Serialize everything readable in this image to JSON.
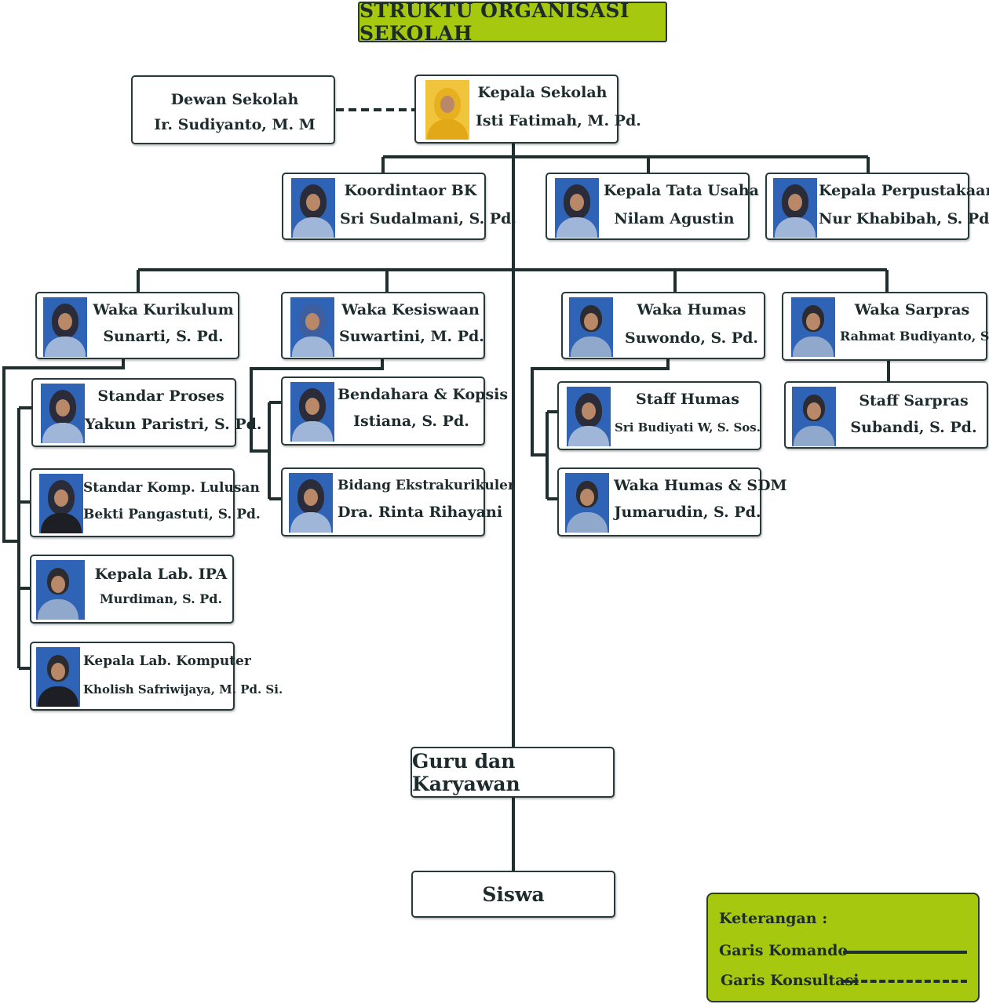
{
  "title": "STRUKTU ORGANISASI SEKOLAH",
  "dewan": {
    "role": "Dewan Sekolah",
    "name": "Ir. Sudiyanto, M. M"
  },
  "kepala": {
    "role": "Kepala Sekolah",
    "name": "Isti Fatimah, M. Pd."
  },
  "bk": {
    "role": "Koordintaor BK",
    "name": "Sri Sudalmani, S. Pd."
  },
  "tu": {
    "role": "Kepala Tata Usaha",
    "name": "Nilam Agustin"
  },
  "perpus": {
    "role": "Kepala Perpustakaan",
    "name": "Nur Khabibah, S. Pd."
  },
  "kurikulum": {
    "role": "Waka Kurikulum",
    "name": "Sunarti, S. Pd."
  },
  "kesiswaan": {
    "role": "Waka Kesiswaan",
    "name": "Suwartini, M. Pd."
  },
  "humas": {
    "role": "Waka Humas",
    "name": "Suwondo, S. Pd."
  },
  "sarpras": {
    "role": "Waka Sarpras",
    "name": "Rahmat Budiyanto, S. Pd."
  },
  "proses": {
    "role": "Standar Proses",
    "name": "Yakun Paristri, S. Pd."
  },
  "lulusan": {
    "role": "Standar Komp. Lulusan",
    "name": "Bekti Pangastuti, S. Pd."
  },
  "ipa": {
    "role": "Kepala Lab. IPA",
    "name": "Murdiman, S. Pd."
  },
  "komputer": {
    "role": "Kepala Lab. Komputer",
    "name": "Kholish Safriwijaya, M. Pd. Si."
  },
  "bendahara": {
    "role": "Bendahara & Kopsis",
    "name": "Istiana, S. Pd."
  },
  "ekstra": {
    "role": "Bidang Ekstrakurikuler",
    "name": "Dra. Rinta Rihayani"
  },
  "staff_humas": {
    "role": "Staff Humas",
    "name": "Sri Budiyati W, S. Sos."
  },
  "humas_sdm": {
    "role": "Waka Humas & SDM",
    "name": "Jumarudin, S. Pd."
  },
  "staff_sarpras": {
    "role": "Staff Sarpras",
    "name": "Subandi, S. Pd."
  },
  "guru": "Guru dan Karyawan",
  "siswa": "Siswa",
  "legend": {
    "title": "Keterangan :",
    "komando": "Garis Komando",
    "konsultasi": "Garis Konsultasi"
  },
  "colors": {
    "accent": "#a6c80e",
    "line": "#1f2e2f",
    "photo_bg": "#2f63b6"
  }
}
